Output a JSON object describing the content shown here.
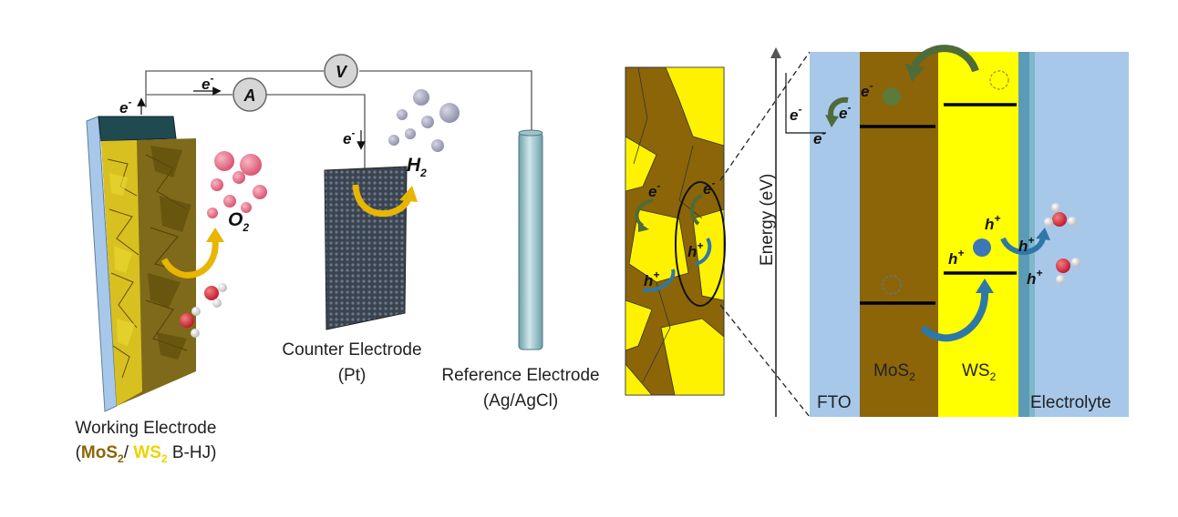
{
  "circuit": {
    "voltmeter": "V",
    "ammeter": "A",
    "electron": "e",
    "minus": "-"
  },
  "working_electrode": {
    "caption_line1": "Working Electrode",
    "open_paren": "(",
    "mos2": "MoS",
    "slash": "/ ",
    "ws2": "WS",
    "sub_2": "2",
    "suffix": " B-HJ)"
  },
  "counter_electrode": {
    "caption_line1": "Counter Electrode",
    "caption_line2": "(Pt)"
  },
  "reference_electrode": {
    "caption_line1": "Reference Electrode",
    "caption_line2": "(Ag/AgCl)"
  },
  "products": {
    "o2": "O",
    "h2": "H",
    "sub_2": "2"
  },
  "carriers": {
    "electron": "e",
    "hole": "h",
    "minus": "-",
    "plus": "+"
  },
  "band_diagram": {
    "y_axis_label": "Energy (eV)",
    "fto": "FTO",
    "mos2": "MoS",
    "ws2": "WS",
    "sub_2": "2",
    "electrolyte": "Electrolyte"
  },
  "colors": {
    "mos2": "#8B6508",
    "ws2": "#FFFF00",
    "fto": "#A8C8EA",
    "electrolyte": "#A8C8EA",
    "arrow_yellow": "#E8B500",
    "arrow_green": "#4E6B3A",
    "arrow_blue": "#2E78A8",
    "o2_bubble": "#E0607A",
    "h2_bubble": "#9A9AB0"
  }
}
